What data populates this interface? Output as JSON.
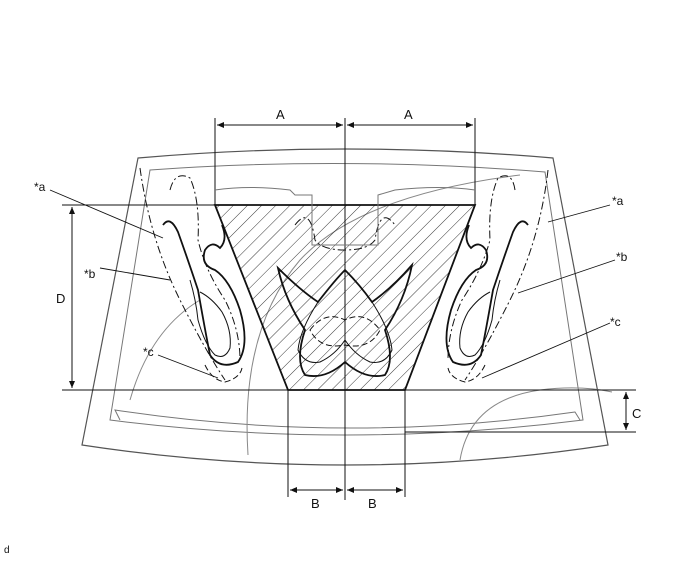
{
  "figure_id": "d",
  "dimensions": {
    "a": "A",
    "b": "B",
    "c": "C",
    "d": "D"
  },
  "callouts": {
    "a_left": "*a",
    "a_right": "*a",
    "b_left": "*b",
    "b_right": "*b",
    "c_left": "*c",
    "c_right": "*c"
  },
  "colors": {
    "line": "#111111",
    "outline_gray": "#666666",
    "hatch": "#222222",
    "background": "#ffffff"
  }
}
